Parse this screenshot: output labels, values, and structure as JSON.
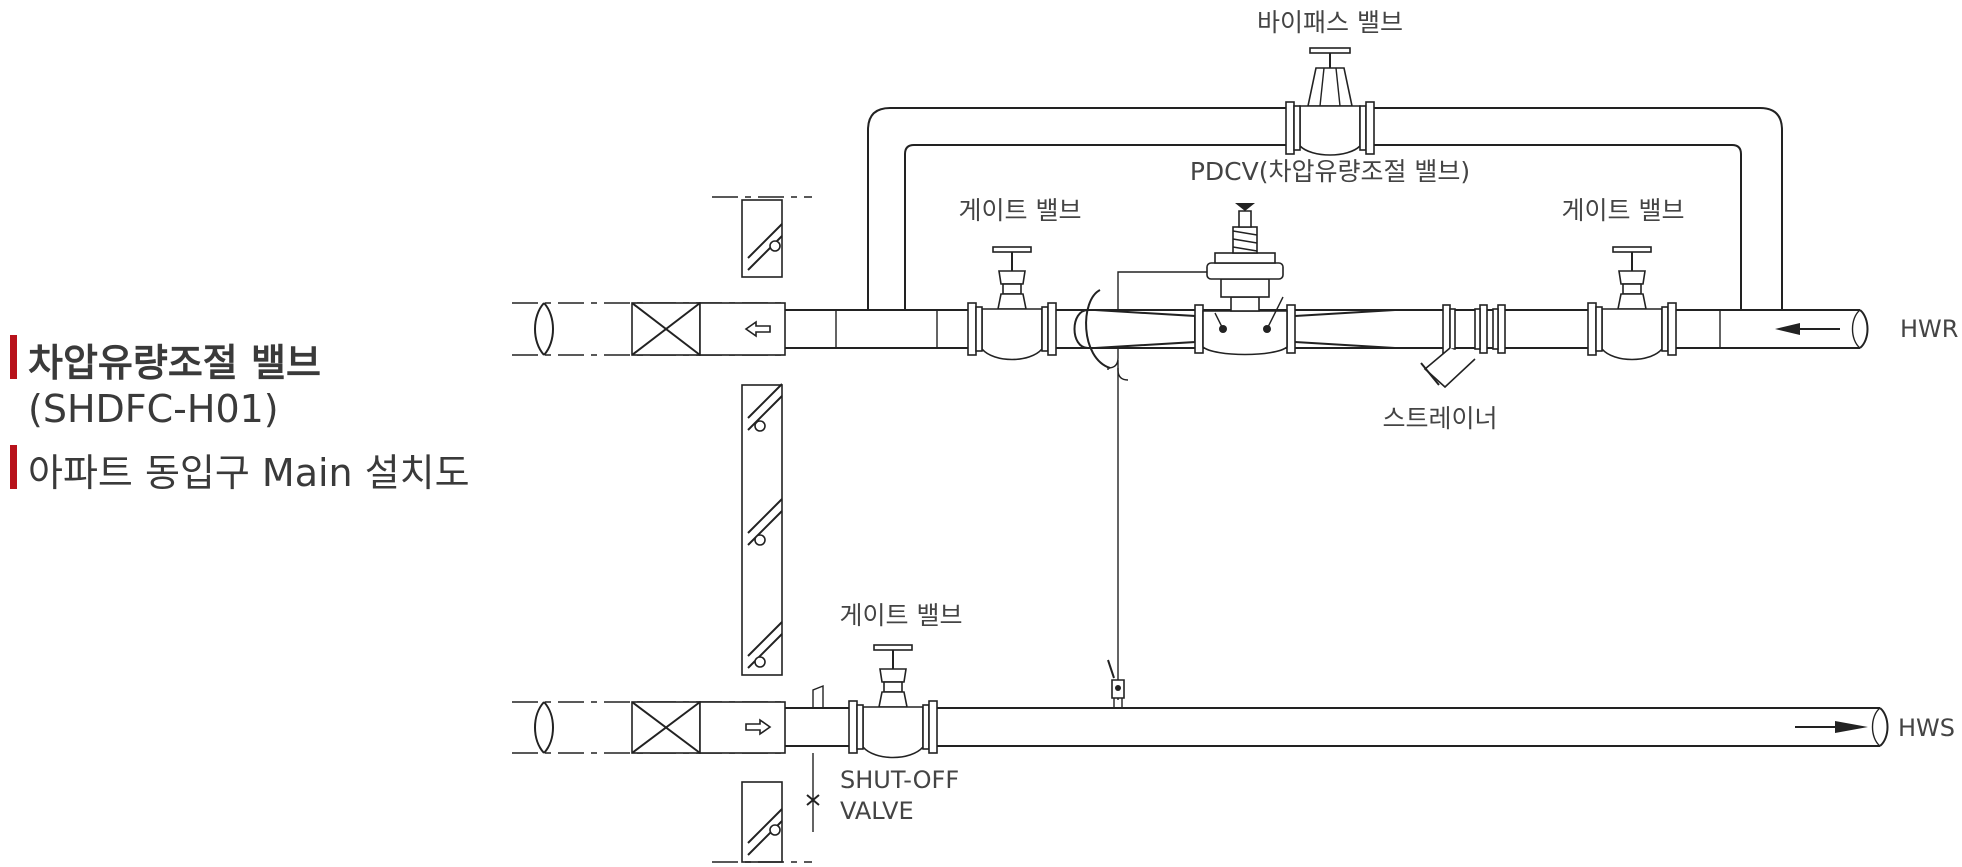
{
  "title": {
    "line1": "차압유량조절 밸브",
    "line2": "(SHDFC-H01)",
    "line3": "아파트 동입구 Main 설치도"
  },
  "labels": {
    "bypass_valve": "바이패스 밸브",
    "pdcv": "PDCV(차압유량조절 밸브)",
    "gate_valve_left": "게이트 밸브",
    "gate_valve_right": "게이트 밸브",
    "gate_valve_bottom": "게이트 밸브",
    "strainer": "스트레이너",
    "hwr": "HWR",
    "hws": "HWS",
    "shutoff_line1": "SHUT-OFF",
    "shutoff_line2": "VALVE"
  },
  "colors": {
    "accent_red": "#b8121b",
    "text": "#444444",
    "line": "#222222"
  }
}
